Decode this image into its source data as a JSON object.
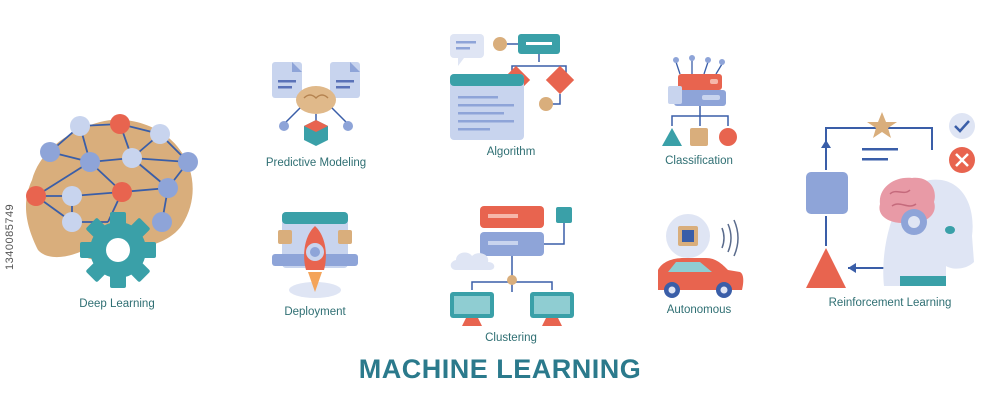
{
  "title": "MACHINE LEARNING",
  "stock_id": "1340085749",
  "colors": {
    "teal": "#3aa0a8",
    "coral": "#e8644f",
    "navy_blue": "#8ea4d8",
    "skin": "#d9ae7c",
    "title": "#2b7a8c",
    "label": "#2f6f73"
  },
  "icons": [
    {
      "name": "deep-learning",
      "label": "Deep Learning",
      "icon": "brain-gear-icon"
    },
    {
      "name": "predictive-modeling",
      "label": "Predictive Modeling",
      "icon": "brain-documents-icon"
    },
    {
      "name": "deployment",
      "label": "Deployment",
      "icon": "rocket-browser-icon"
    },
    {
      "name": "algorithm",
      "label": "Algorithm",
      "icon": "flowchart-icon"
    },
    {
      "name": "clustering",
      "label": "Clustering",
      "icon": "server-network-icon"
    },
    {
      "name": "classification",
      "label": "Classification",
      "icon": "sorting-shapes-icon"
    },
    {
      "name": "autonomous",
      "label": "Autonomous",
      "icon": "self-driving-car-icon"
    },
    {
      "name": "reinforcement-learning",
      "label": "Reinforcement Learning",
      "icon": "robot-feedback-loop-icon"
    }
  ]
}
